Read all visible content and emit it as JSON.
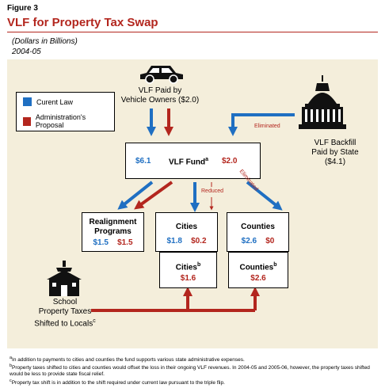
{
  "figure_label": "Figure 3",
  "title": "VLF for Property Tax Swap",
  "subtitle_units": "(Dollars in Billions)",
  "subtitle_year": "2004-05",
  "colors": {
    "current_law": "#1f6fc2",
    "proposal": "#b3261e",
    "panel": "#f4eedb"
  },
  "legend": {
    "current_law": "Curent Law",
    "proposal": "Administration's Proposal"
  },
  "vlf_paid": {
    "line1": "VLF Paid by",
    "line2": "Vehicle Owners ($2.0)"
  },
  "backfill": {
    "line1": "VLF Backfill",
    "line2": "Paid by State",
    "line3": "($4.1)"
  },
  "fund": {
    "name": "VLF Fund",
    "sup": "a",
    "current": "$6.1",
    "proposal": "$2.0"
  },
  "annotations": {
    "eliminated_top": "Eliminated",
    "eliminated_diag": "Eliminated",
    "reduced": "Reduced"
  },
  "realignment": {
    "line1": "Realignment",
    "line2": "Programs",
    "current": "$1.5",
    "proposal": "$1.5"
  },
  "cities": {
    "name": "Cities",
    "current": "$1.8",
    "proposal": "$0.2"
  },
  "counties": {
    "name": "Counties",
    "current": "$2.6",
    "proposal": "$0"
  },
  "cities_b": {
    "name": "Cities",
    "sup": "b",
    "value": "$1.6"
  },
  "counties_b": {
    "name": "Counties",
    "sup": "b",
    "value": "$2.6"
  },
  "school": {
    "line1": "School",
    "line2": "Property Taxes",
    "line3": "Shifted to Locals",
    "sup": "c"
  },
  "footnotes": {
    "a_mark": "a",
    "a": "In addition to payments to cities and counties the fund supports various state administrative expenses.",
    "b_mark": "b",
    "b": "Property taxes shifted to cities and counties would offset the loss in their ongoing VLF revenues. In 2004-05 and 2005-06, however, the property taxes shifted would be less to provide state fiscal relief.",
    "c_mark": "c",
    "c": "Property tax shift is in addition to the shift required under current law pursuant to the triple flip."
  }
}
